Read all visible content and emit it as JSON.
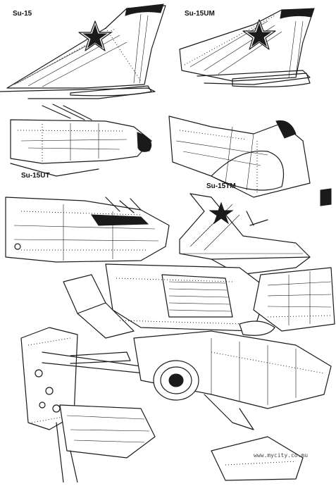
{
  "labels": {
    "su15": "Su-15",
    "su15um": "Su-15UM",
    "su15ut": "Su-15UT",
    "su15tm": "Su-15TM"
  },
  "watermark": "www.mycity.co.mu",
  "colors": {
    "ink": "#1a1a1a",
    "paper": "#ffffff"
  },
  "icons": {
    "star": "red-star-insignia"
  }
}
